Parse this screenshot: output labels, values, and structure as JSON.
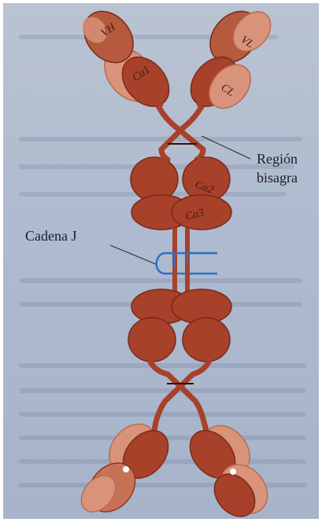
{
  "labels": {
    "vh": "VH",
    "ca1": "Cα1",
    "vl": "VL",
    "cl": "CL",
    "ca2": "Cα2",
    "ca3": "Cα3",
    "region_line1": "Región",
    "region_line2": "bisagra",
    "chain_j": "Cadena J"
  },
  "colors": {
    "heavy": "#a8412a",
    "heavy_dark": "#7a2a18",
    "light": "#d9937a",
    "light_dark": "#b86c52",
    "j_chain": "#2f6fc4",
    "background": "#b3bed0"
  }
}
